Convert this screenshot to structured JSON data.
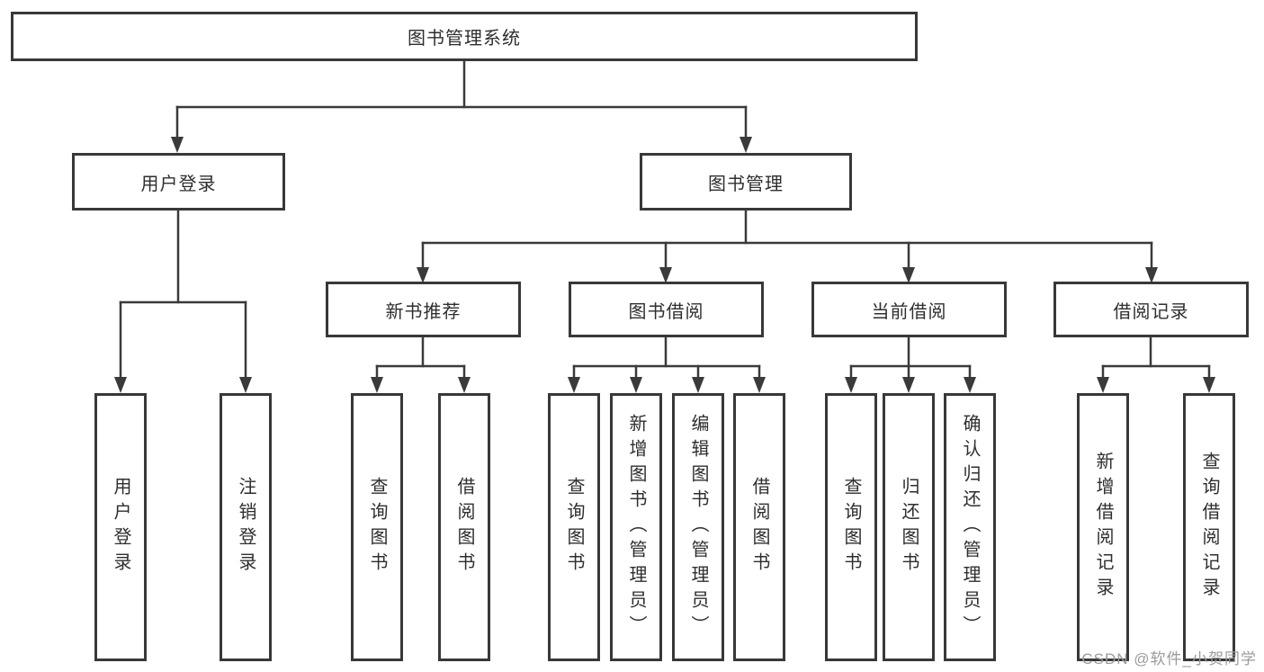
{
  "diagram": {
    "type": "hierarchy-tree",
    "root": "图书管理系统",
    "branches": [
      {
        "label": "用户登录",
        "children": [
          {
            "label": "用户登录"
          },
          {
            "label": "注销登录"
          }
        ]
      },
      {
        "label": "图书管理",
        "children": [
          {
            "label": "新书推荐",
            "children": [
              {
                "label": "查询图书"
              },
              {
                "label": "借阅图书"
              }
            ]
          },
          {
            "label": "图书借阅",
            "children": [
              {
                "label": "查询图书"
              },
              {
                "label": "新增图书（管理员）"
              },
              {
                "label": "编辑图书（管理员）"
              },
              {
                "label": "借阅图书"
              }
            ]
          },
          {
            "label": "当前借阅",
            "children": [
              {
                "label": "查询图书"
              },
              {
                "label": "归还图书"
              },
              {
                "label": "确认归还（管理员）"
              }
            ]
          },
          {
            "label": "借阅记录",
            "children": [
              {
                "label": "新增借阅记录"
              },
              {
                "label": "查询借阅记录"
              }
            ]
          }
        ]
      }
    ],
    "watermark": "CSDN @软件_小贺同学",
    "colors": {
      "line": "#3a3a3a",
      "box_border": "#383838",
      "text": "#2e2e2e",
      "watermark": "#9b9b9b",
      "background": "#ffffff"
    }
  }
}
